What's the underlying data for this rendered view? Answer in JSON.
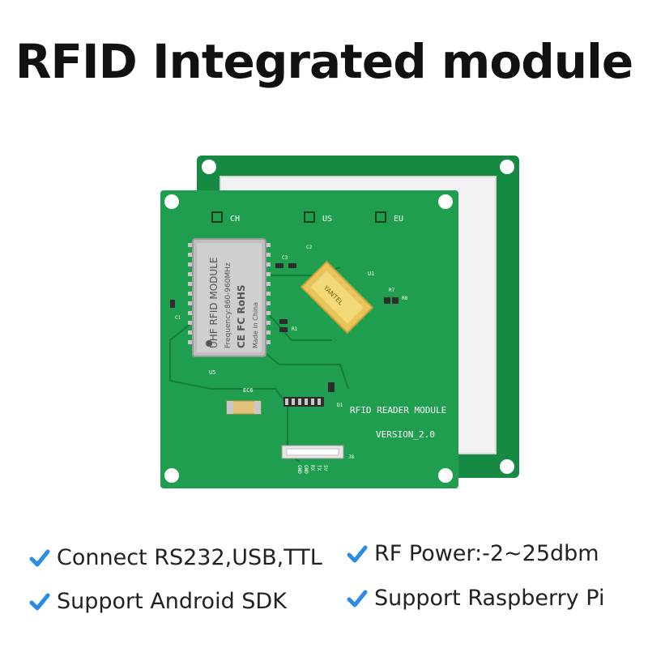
{
  "title": "RFID Integrated module",
  "board": {
    "region_labels": [
      "CH",
      "US",
      "EU"
    ],
    "module_text": {
      "line1": "UHF RFID MODULE",
      "line2": "Frequency:860-960MHz",
      "line3": "CE FC RoHS",
      "line4": "Made in China"
    },
    "board_name": "RFID READER MODULE",
    "version": "VERSION_2.0",
    "chip_text": "YANTEL",
    "refs": {
      "u5": "U5",
      "u1": "U1",
      "ec6": "EC6",
      "j8": "J8",
      "c1": "C1",
      "c2": "C2",
      "c3": "C3",
      "r1": "R1",
      "r7": "R7",
      "r8": "R8",
      "d1": "D1"
    },
    "pins": [
      "GND",
      "GND",
      "RX",
      "TX",
      "5V"
    ]
  },
  "features": [
    {
      "text": "Connect RS232,USB,TTL"
    },
    {
      "text": "RF Power:-2~25dbm"
    },
    {
      "text": "Support Android SDK"
    },
    {
      "text": "Support Raspberry Pi"
    }
  ],
  "colors": {
    "pcb": "#1f9e4f",
    "pcb_back": "#168a43",
    "check": "#2b8be6",
    "antenna": "#f2f2f2"
  },
  "icons": {
    "feature_bullet": "checkmark-icon"
  }
}
